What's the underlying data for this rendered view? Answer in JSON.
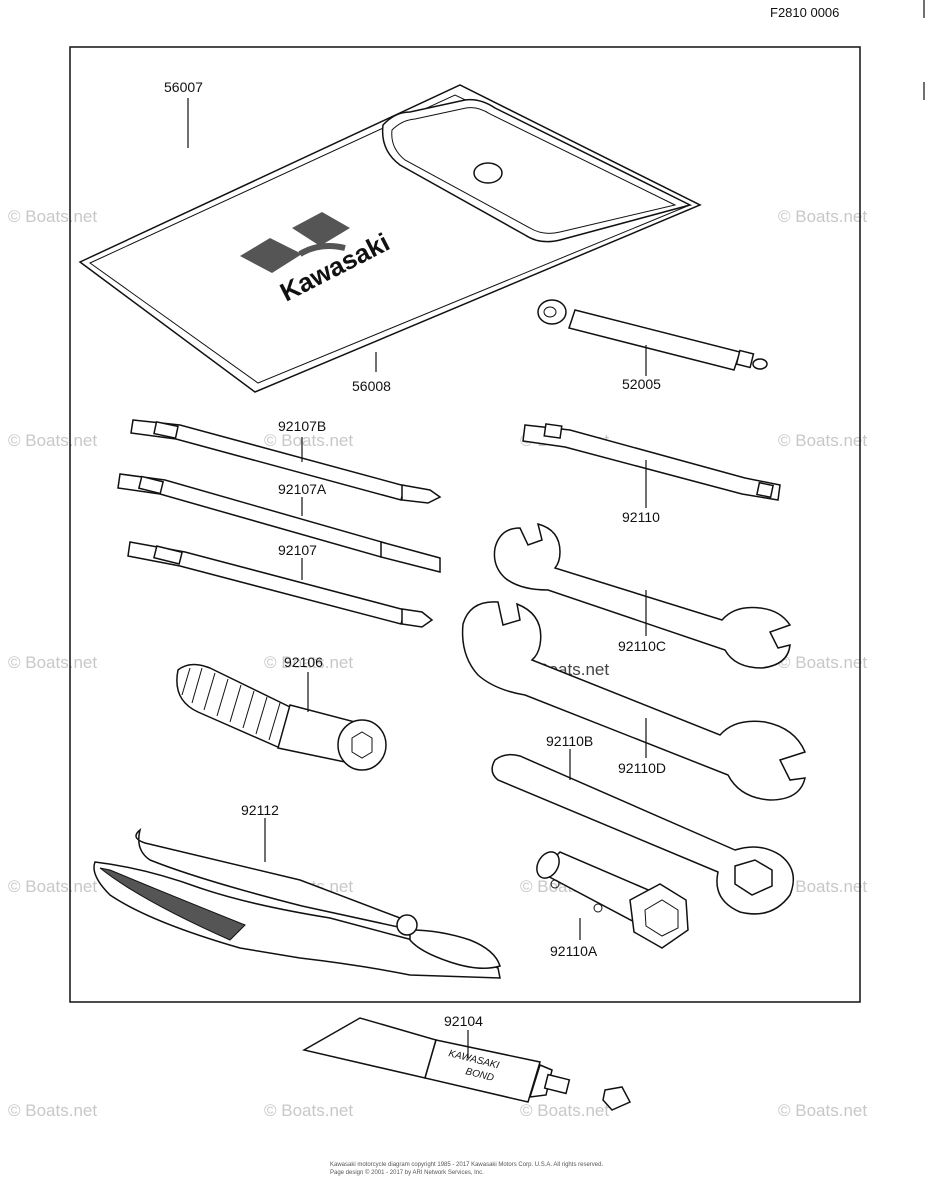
{
  "diagram": {
    "figure_code": "F2810 0006",
    "parts": [
      {
        "id": "56007"
      },
      {
        "id": "56008"
      },
      {
        "id": "52005"
      },
      {
        "id": "92107B"
      },
      {
        "id": "92107A"
      },
      {
        "id": "92107"
      },
      {
        "id": "92110"
      },
      {
        "id": "92110C"
      },
      {
        "id": "92106"
      },
      {
        "id": "92110D"
      },
      {
        "id": "92110B"
      },
      {
        "id": "92112"
      },
      {
        "id": "92110A"
      },
      {
        "id": "92104"
      }
    ],
    "pouch_brand": "Kawasaki",
    "tube_text_line1": "KAWASAKI",
    "tube_text_line2": "BOND",
    "watermark": "© Boats.net",
    "footer_line1": "Kawasaki motorcycle diagram copyright 1985 - 2017 Kawasaki Motors Corp. U.S.A. All rights reserved.",
    "footer_line2": "Page design © 2001 - 2017 by ARI Network Services, Inc."
  }
}
